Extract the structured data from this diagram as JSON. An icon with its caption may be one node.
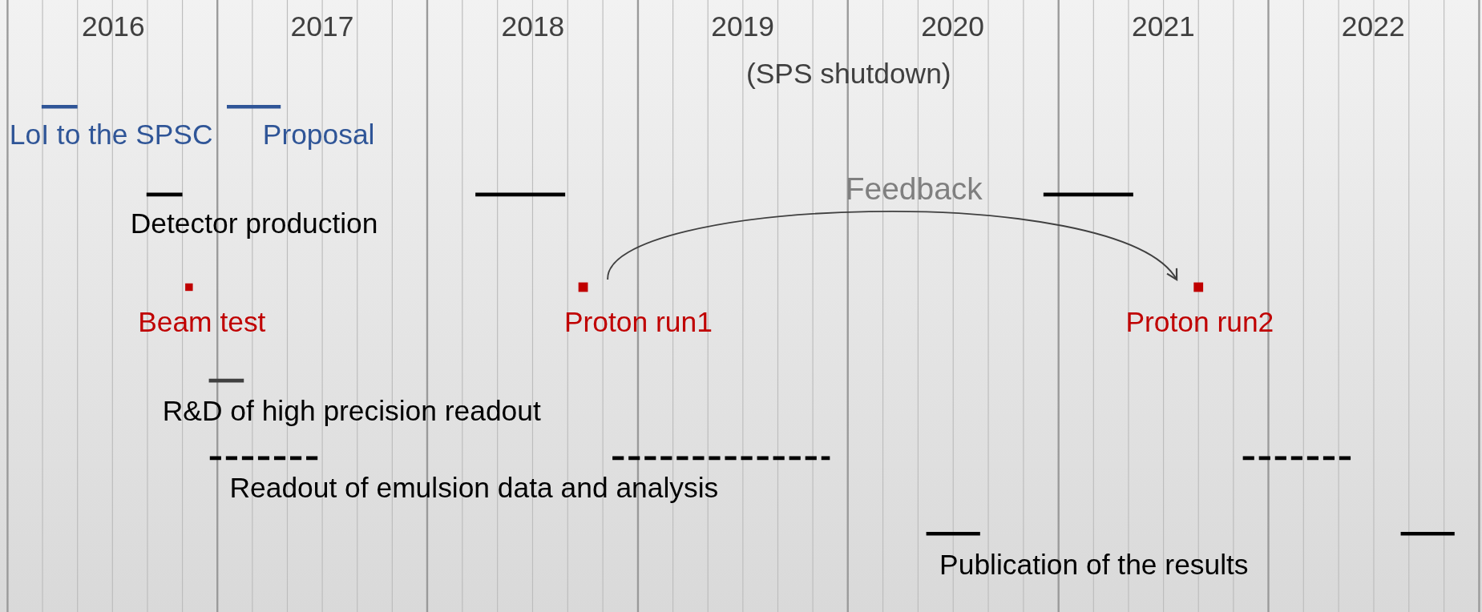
{
  "diagram": {
    "nodes": [
      {
        "text": [
          "Proton run1"
        ]
      },
      {
        "text": [
          "Proton run2"
        ]
      }
    ],
    "edges": [
      {
        "from": 0,
        "to": 1,
        "arrow": "to",
        "label": "Feedback"
      }
    ],
    "labels": [
      "2016",
      "2017",
      "2018",
      "2019",
      "2020",
      "2021",
      "2022",
      "(SPS shutdown)",
      "LoI to the SPSC",
      "Proposal",
      "Detector production",
      "Beam test",
      "R&D of high precision readout",
      "Readout of emulsion data and analysis",
      "Publication of the results"
    ]
  }
}
